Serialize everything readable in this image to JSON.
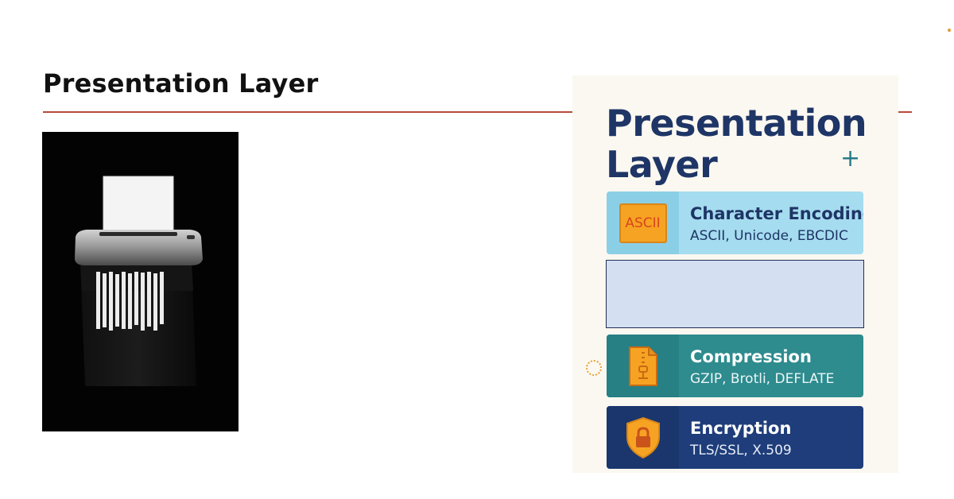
{
  "slide": {
    "title": "Presentation Layer",
    "rule_color": "#b84a3a"
  },
  "photo": {
    "subject": "paper-shredder-image"
  },
  "poster": {
    "title_line1": "Presentation",
    "title_line2": "Layer",
    "plus": "+",
    "cards": [
      {
        "icon": "ascii-badge-icon",
        "badge": "ASCII",
        "heading": "Character Encoding",
        "sub": "ASCII, Unicode, EBCDIC"
      },
      {
        "icon": "zip-file-icon",
        "heading": "Compression",
        "sub": "GZIP, Brotli, DEFLATE"
      },
      {
        "icon": "shield-lock-icon",
        "heading": "Encryption",
        "sub": "TLS/SSL, X.509"
      }
    ]
  },
  "colors": {
    "navy": "#1e3566",
    "teal": "#2e8b8e",
    "light_blue": "#a5dcef",
    "orange": "#f6a323",
    "blank_card": "#d5dff2"
  }
}
